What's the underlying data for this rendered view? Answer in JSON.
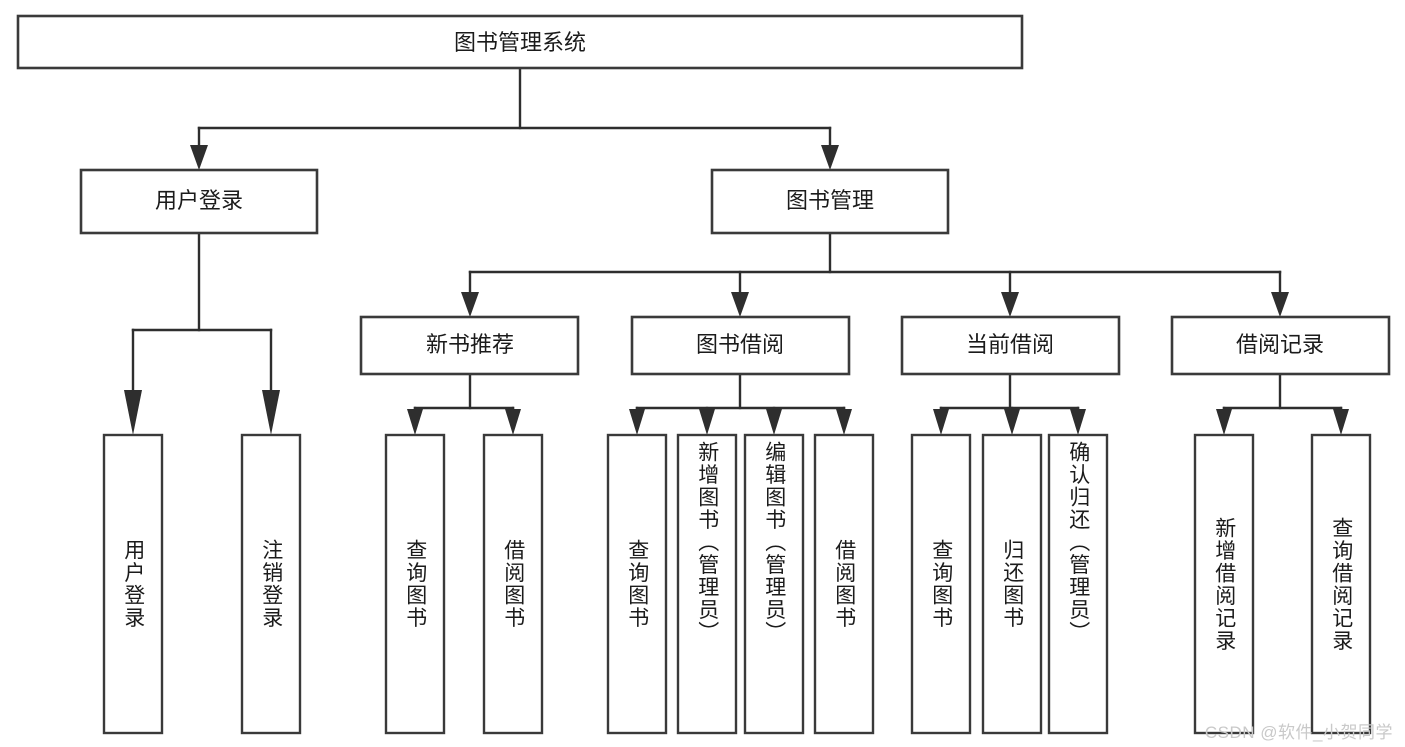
{
  "diagram": {
    "title": "图书管理系统",
    "type": "tree",
    "orientation": "top-down",
    "colors": {
      "box_stroke": "#3a3a3a",
      "line_stroke": "#2e2e2e",
      "box_fill": "#ffffff",
      "text": "#1b1b1b",
      "watermark": "#c9c9c9"
    },
    "root": {
      "label": "图书管理系统",
      "orientation": "horizontal"
    },
    "level2": [
      {
        "label": "用户登录",
        "orientation": "horizontal"
      },
      {
        "label": "图书管理",
        "orientation": "horizontal"
      }
    ],
    "level3": [
      {
        "label": "新书推荐",
        "orientation": "horizontal",
        "parent": "图书管理"
      },
      {
        "label": "图书借阅",
        "orientation": "horizontal",
        "parent": "图书管理"
      },
      {
        "label": "当前借阅",
        "orientation": "horizontal",
        "parent": "图书管理"
      },
      {
        "label": "借阅记录",
        "orientation": "horizontal",
        "parent": "图书管理"
      }
    ],
    "leaves": [
      {
        "label": "用户登录",
        "orientation": "vertical",
        "parent": "用户登录"
      },
      {
        "label": "注销登录",
        "orientation": "vertical",
        "parent": "用户登录"
      },
      {
        "label": "查询图书",
        "orientation": "vertical",
        "parent": "新书推荐"
      },
      {
        "label": "借阅图书",
        "orientation": "vertical",
        "parent": "新书推荐"
      },
      {
        "label": "查询图书",
        "orientation": "vertical",
        "parent": "图书借阅"
      },
      {
        "label": "新增图书（管理员）",
        "orientation": "vertical",
        "parent": "图书借阅"
      },
      {
        "label": "编辑图书（管理员）",
        "orientation": "vertical",
        "parent": "图书借阅"
      },
      {
        "label": "借阅图书",
        "orientation": "vertical",
        "parent": "图书借阅"
      },
      {
        "label": "查询图书",
        "orientation": "vertical",
        "parent": "当前借阅"
      },
      {
        "label": "归还图书",
        "orientation": "vertical",
        "parent": "当前借阅"
      },
      {
        "label": "确认归还（管理员）",
        "orientation": "vertical",
        "parent": "当前借阅"
      },
      {
        "label": "新增借阅记录",
        "orientation": "vertical",
        "parent": "借阅记录"
      },
      {
        "label": "查询借阅记录",
        "orientation": "vertical",
        "parent": "借阅记录"
      }
    ],
    "watermark": "CSDN @软件_小贺同学"
  }
}
